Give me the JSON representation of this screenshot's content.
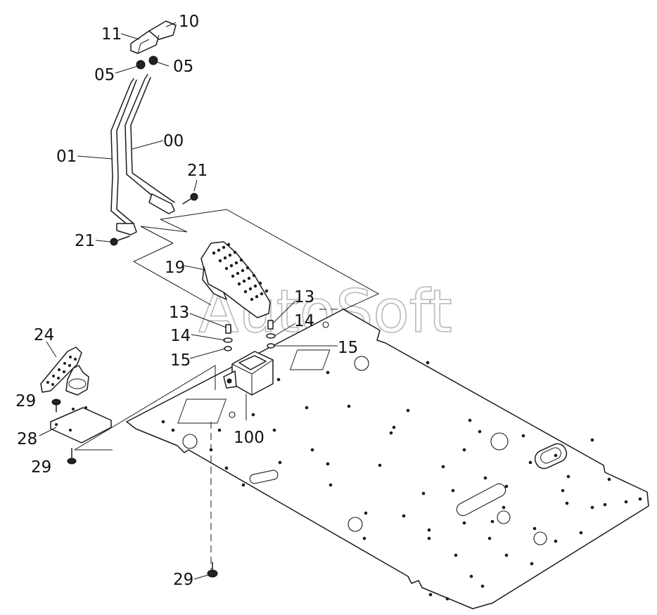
{
  "callouts": [
    {
      "id": "c-11",
      "text": "11"
    },
    {
      "id": "c-10",
      "text": "10"
    },
    {
      "id": "c-05a",
      "text": "05"
    },
    {
      "id": "c-05b",
      "text": "05"
    },
    {
      "id": "c-00",
      "text": "00"
    },
    {
      "id": "c-01",
      "text": "01"
    },
    {
      "id": "c-21a",
      "text": "21"
    },
    {
      "id": "c-21b",
      "text": "21"
    },
    {
      "id": "c-19",
      "text": "19"
    },
    {
      "id": "c-13a",
      "text": "13"
    },
    {
      "id": "c-13b",
      "text": "13"
    },
    {
      "id": "c-14a",
      "text": "14"
    },
    {
      "id": "c-14b",
      "text": "14"
    },
    {
      "id": "c-15a",
      "text": "15"
    },
    {
      "id": "c-15b",
      "text": "15"
    },
    {
      "id": "c-24",
      "text": "24"
    },
    {
      "id": "c-29a",
      "text": "29"
    },
    {
      "id": "c-28",
      "text": "28"
    },
    {
      "id": "c-29b",
      "text": "29"
    },
    {
      "id": "c-100",
      "text": "100"
    },
    {
      "id": "c-29c",
      "text": "29"
    }
  ],
  "watermark": "AutoSoft"
}
